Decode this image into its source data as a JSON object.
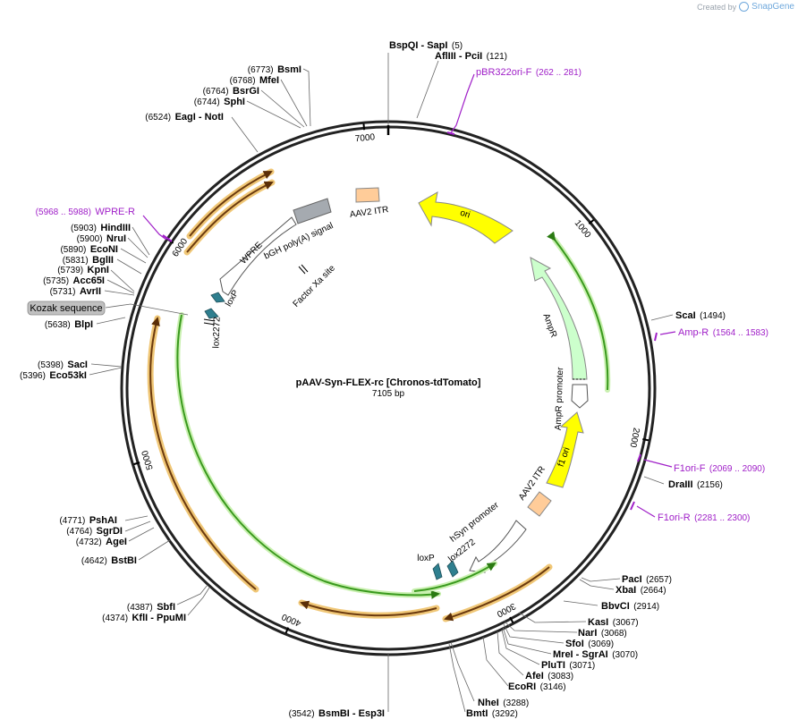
{
  "credit": {
    "prefix": "Created by",
    "brand": "SnapGene"
  },
  "plasmid": {
    "name": "pAAV-Syn-FLEX-rc [Chronos-tdTomato]",
    "length_label": "7105 bp",
    "length": 7105
  },
  "ticks": [
    "1000",
    "2000",
    "3000",
    "4000",
    "5000",
    "6000",
    "7000"
  ],
  "sites": [
    {
      "name": "BspQI",
      "sep": " - ",
      "name2": "SapI",
      "pos": "(5)"
    },
    {
      "name": "AflIII",
      "sep": " - ",
      "name2": "PciI",
      "pos": "(121)"
    },
    {
      "name": "ScaI",
      "pos": "(1494)"
    },
    {
      "name": "DraIII",
      "pos": "(2156)"
    },
    {
      "name": "PacI",
      "pos": "(2657)"
    },
    {
      "name": "XbaI",
      "pos": "(2664)"
    },
    {
      "name": "BbvCI",
      "pos": "(2914)"
    },
    {
      "name": "KasI",
      "pos": "(3067)"
    },
    {
      "name": "NarI",
      "pos": "(3068)"
    },
    {
      "name": "SfoI",
      "pos": "(3069)"
    },
    {
      "name": "MreI",
      "sep": " - ",
      "name2": "SgrAI",
      "pos": "(3070)"
    },
    {
      "name": "PluTI",
      "pos": "(3071)"
    },
    {
      "name": "AfeI",
      "pos": "(3083)"
    },
    {
      "name": "EcoRI",
      "pos": "(3146)"
    },
    {
      "name": "NheI",
      "pos": "(3288)"
    },
    {
      "name": "BmtI",
      "pos": "(3292)"
    },
    {
      "name": "BsmBI",
      "sep": " - ",
      "name2": "Esp3I",
      "pos": "(3542)"
    },
    {
      "name": "KflI",
      "sep": " - ",
      "name2": "PpuMI",
      "pos": "(4374)"
    },
    {
      "name": "SbfI",
      "pos": "(4387)"
    },
    {
      "name": "BstBI",
      "pos": "(4642)"
    },
    {
      "name": "AgeI",
      "pos": "(4732)"
    },
    {
      "name": "SgrDI",
      "pos": "(4764)"
    },
    {
      "name": "PshAI",
      "pos": "(4771)"
    },
    {
      "name": "Eco53kI",
      "pos": "(5396)"
    },
    {
      "name": "SacI",
      "pos": "(5398)"
    },
    {
      "name": "BlpI",
      "pos": "(5638)"
    },
    {
      "name": "AvrII",
      "pos": "(5731)"
    },
    {
      "name": "Acc65I",
      "pos": "(5735)"
    },
    {
      "name": "KpnI",
      "pos": "(5739)"
    },
    {
      "name": "BglII",
      "pos": "(5831)"
    },
    {
      "name": "EcoNI",
      "pos": "(5890)"
    },
    {
      "name": "NruI",
      "pos": "(5900)"
    },
    {
      "name": "HindIII",
      "pos": "(5903)"
    },
    {
      "name": "EagI",
      "sep": " - ",
      "name2": "NotI",
      "pos": "(6524)"
    },
    {
      "name": "SphI",
      "pos": "(6744)"
    },
    {
      "name": "BsrGI",
      "pos": "(6764)"
    },
    {
      "name": "MfeI",
      "pos": "(6768)"
    },
    {
      "name": "BsmI",
      "pos": "(6773)"
    }
  ],
  "primers": [
    {
      "name": "pBR322ori-F",
      "pos": "(262 .. 281)"
    },
    {
      "name": "Amp-R",
      "pos": "(1564 .. 1583)"
    },
    {
      "name": "F1ori-F",
      "pos": "(2069 .. 2090)"
    },
    {
      "name": "F1ori-R",
      "pos": "(2281 .. 2300)"
    },
    {
      "name": "WPRE-R",
      "pos": "(5968 .. 5988)"
    }
  ],
  "features": {
    "ori": "ori",
    "ampr": "AmpR",
    "ampr_promoter": "AmpR promoter",
    "f1_ori": "f1 ori",
    "aav2_itr_right": "AAV2 ITR",
    "hsyn_promoter": "hSyn promoter",
    "lox2272_right": "lox2272",
    "loxp_right": "loxP",
    "aav2_itr_top": "AAV2 ITR",
    "bgh": "bGH poly(A) signal",
    "wpre": "WPRE",
    "loxp_left": "loxP",
    "lox2272_left": "lox2272",
    "factor_xa": "Factor Xa site",
    "kozak": "Kozak sequence"
  },
  "colors": {
    "backbone": "#222222",
    "ori": "#ffff00",
    "ampr": "#ccffcc",
    "aav2_itr": "#ffcc99",
    "bgh": "#a5aab0",
    "lox": "#2f7f8f",
    "cds_green": "#3a9a1e",
    "cds_orange": "#6b3a0e",
    "primer": "#a020c8",
    "kozak": "#c0c0c0"
  }
}
